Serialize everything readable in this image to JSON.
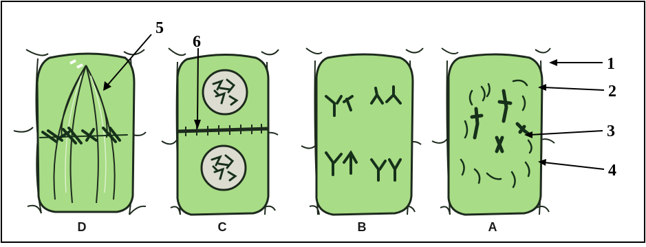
{
  "figure": {
    "panels": [
      {
        "id": "D",
        "label": "D",
        "phase_shown": "metaphase-like"
      },
      {
        "id": "C",
        "label": "C",
        "phase_shown": "telophase-like"
      },
      {
        "id": "B",
        "label": "B",
        "phase_shown": "anaphase-like"
      },
      {
        "id": "A",
        "label": "A",
        "phase_shown": "prophase-like"
      }
    ],
    "callouts": [
      {
        "id": "1",
        "label": "1"
      },
      {
        "id": "2",
        "label": "2"
      },
      {
        "id": "3",
        "label": "3"
      },
      {
        "id": "4",
        "label": "4"
      },
      {
        "id": "5",
        "label": "5"
      },
      {
        "id": "6",
        "label": "6"
      }
    ],
    "colors": {
      "cytoplasm": "#a8dc86",
      "cell_outline": "#1d2a1d",
      "chromosome": "#16301a",
      "border": "#000000",
      "background": "#ffffff"
    }
  }
}
